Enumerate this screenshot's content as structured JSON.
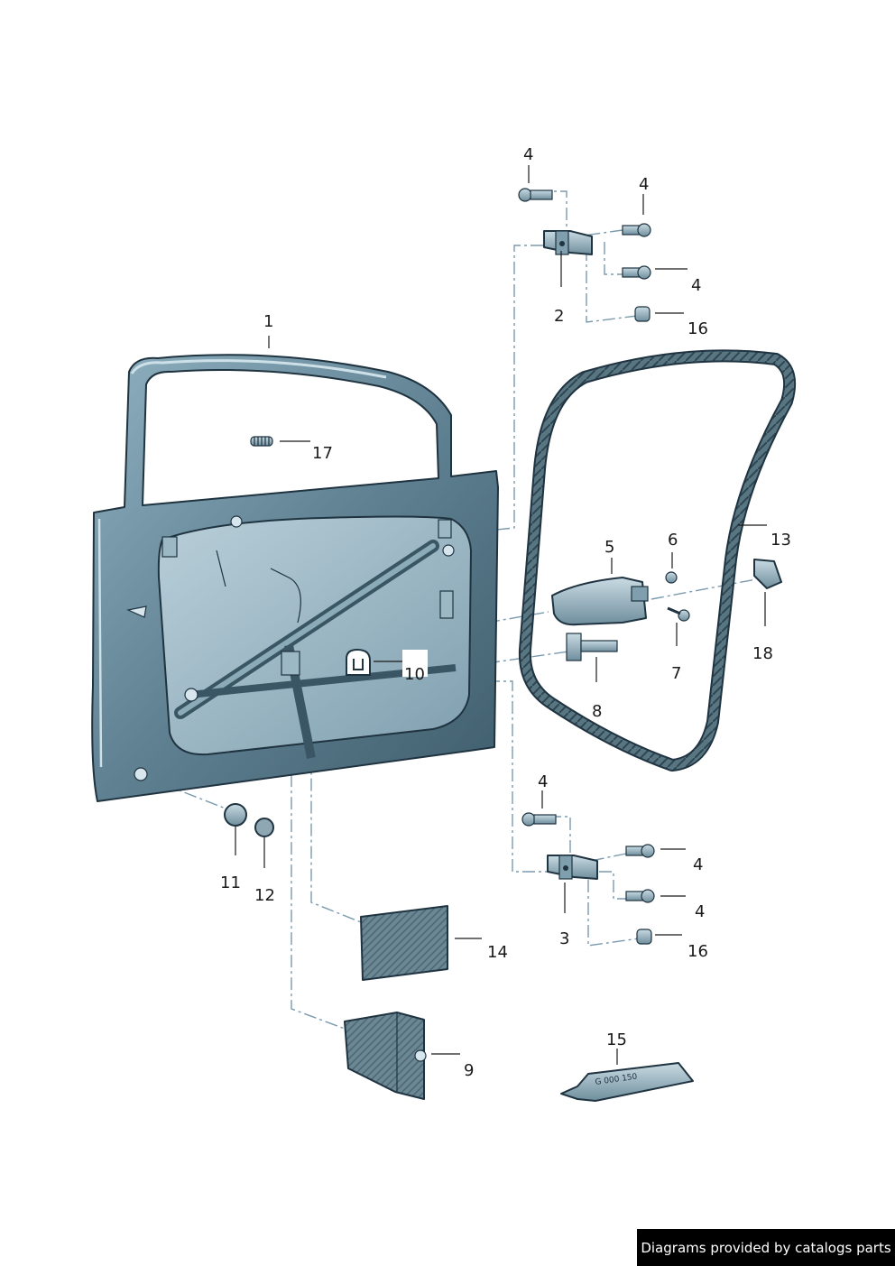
{
  "callouts": {
    "c1": "1",
    "c2": "2",
    "c3": "3",
    "c4a": "4",
    "c4b": "4",
    "c4c": "4",
    "c4d": "4",
    "c4e": "4",
    "c4f": "4",
    "c5": "5",
    "c6": "6",
    "c7": "7",
    "c8": "8",
    "c9": "9",
    "c10": "10",
    "c11": "11",
    "c12": "12",
    "c13": "13",
    "c14": "14",
    "c15": "15",
    "c16a": "16",
    "c16b": "16",
    "c17": "17",
    "c18": "18"
  },
  "tube_label": "G 000 150",
  "credit": "Diagrams provided by catalogs parts",
  "colors": {
    "panel": "#5f8192",
    "panel_dark": "#3f5d6c",
    "panel_light": "#9ab6c4",
    "seal": "#4b6470",
    "line": "#1f3340"
  }
}
